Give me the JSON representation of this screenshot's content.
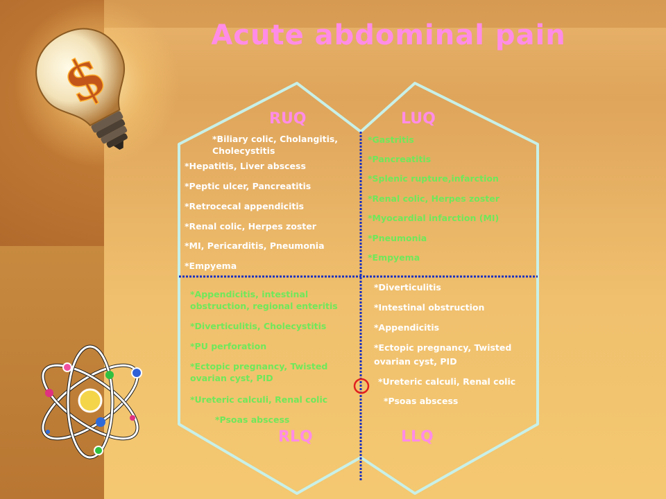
{
  "title": "Acute abdominal pain",
  "icons": {
    "bulb": "lightbulb-dollar-icon",
    "atom": "atom-icon",
    "marker": "circle-marker-icon"
  },
  "colors": {
    "title": "#ff8ce6",
    "white_text": "#ffffff",
    "green_text": "#6fe85a",
    "outline": "#c8f0e8",
    "divider": "#1a2fc0",
    "marker": "#e02020"
  },
  "quadrants": {
    "ruq": {
      "label": "RUQ",
      "items": [
        "*Biliary colic, Cholangitis,",
        "Cholecystitis",
        "*Hepatitis, Liver abscess",
        "*Peptic ulcer, Pancreatitis",
        "*Retrocecal appendicitis",
        "*Renal colic, Herpes zoster",
        "*MI, Pericarditis, Pneumonia",
        "*Empyema"
      ]
    },
    "luq": {
      "label": "LUQ",
      "items": [
        "*Gastritis",
        "*Pancreatitis",
        "*Splenic rupture,infarction",
        "*Renal colic, Herpes zoster",
        "*Myocardial infarction (MI)",
        "*Pneumonia",
        "*Empyema"
      ]
    },
    "rlq": {
      "label": "RLQ",
      "items": [
        "*Appendicitis, intestinal",
        "obstruction, regional enteritis",
        "*Diverticulitis, Cholecystitis",
        "*PU perforation",
        "*Ectopic pregnancy, Twisted",
        "ovarian cyst, PID",
        "*Ureteric calculi, Renal colic",
        "*Psoas abscess"
      ]
    },
    "llq": {
      "label": "LLQ",
      "items": [
        "*Diverticulitis",
        "*Intestinal obstruction",
        "*Appendicitis",
        "*Ectopic pregnancy, Twisted",
        "ovarian cyst, PID",
        "*Ureteric calculi, Renal colic",
        "*Psoas abscess"
      ]
    }
  }
}
